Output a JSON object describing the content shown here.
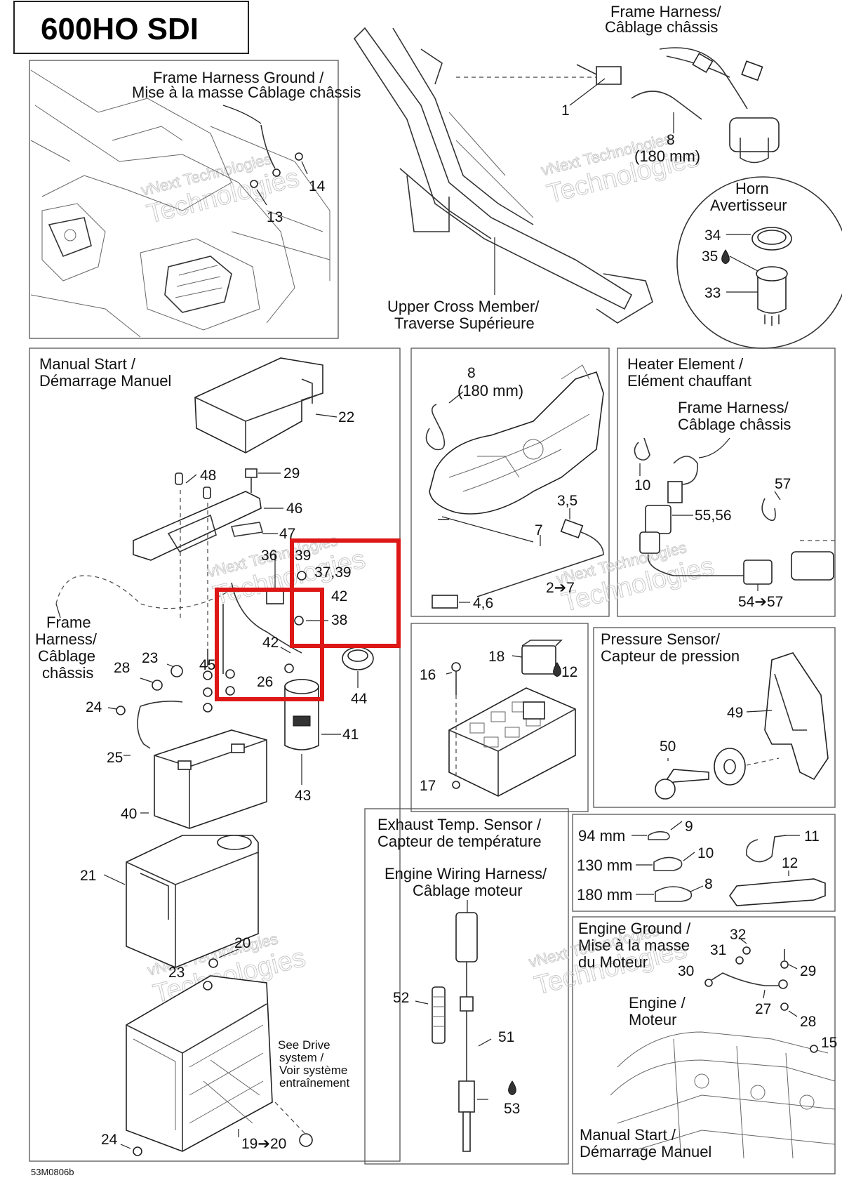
{
  "title": "600HO SDI",
  "diagram_code": "53M0806b",
  "watermark": {
    "line1": "vNext Technologies",
    "line2": "Technologies"
  },
  "panels": {
    "frame_ground": {
      "label1": "Frame Harness Ground /",
      "label2": "Mise à la masse Câblage châssis"
    },
    "frame_top": {
      "harness1": "Frame Harness/",
      "harness2": "Câblage châssis",
      "horn1": "Horn",
      "horn2": "Avertisseur",
      "cross1": "Upper Cross Member/",
      "cross2": "Traverse Supérieure",
      "size": "(180 mm)"
    },
    "manual_start": {
      "label1": "Manual Start /",
      "label2": "Démarrage Manuel",
      "side1": "Frame",
      "side2": "Harness/",
      "side3": "Câblage",
      "side4": "châssis",
      "drive1": "See Drive",
      "drive2": "system /",
      "drive3": "Voir système",
      "drive4": "entraînement"
    },
    "fuel_tank": {
      "size": "(180 mm)"
    },
    "heater": {
      "label1": "Heater Element /",
      "label2": "Elément chauffant",
      "harness1": "Frame Harness/",
      "harness2": "Câblage châssis"
    },
    "pressure": {
      "label1": "Pressure Sensor/",
      "label2": "Capteur de pression"
    },
    "exhaust": {
      "label1": "Exhaust Temp. Sensor /",
      "label2": "Capteur de température",
      "harness1": "Engine Wiring Harness/",
      "harness2": "Câblage moteur"
    },
    "ties": {
      "len94": "94 mm",
      "len130": "130 mm",
      "len180": "180 mm"
    },
    "engine_ground": {
      "label1": "Engine Ground /",
      "label2": "Mise à la masse",
      "label3": "du Moteur",
      "engine1": "Engine /",
      "engine2": "Moteur",
      "ms1": "Manual Start /",
      "ms2": "Démarrage Manuel"
    }
  },
  "callouts": {
    "c1": "1",
    "c8a": "8",
    "c14": "14",
    "c13": "13",
    "c34": "34",
    "c35": "35",
    "c33": "33",
    "c22": "22",
    "c29a": "29",
    "c48": "48",
    "c46": "46",
    "c47": "47",
    "c36": "36",
    "c39": "39",
    "c3739": "37,39",
    "c42a": "42",
    "c38": "38",
    "c42b": "42",
    "c45": "45",
    "c26": "26",
    "c28a": "28",
    "c23a": "23",
    "c24a": "24",
    "c25": "25",
    "c44": "44",
    "c41": "41",
    "c43": "43",
    "c40": "40",
    "c21": "21",
    "c20a": "20",
    "c23b": "23",
    "c24b": "24",
    "c1920": "19➔20",
    "c8b": "8",
    "c35b": "3,5",
    "c7": "7",
    "c27": "2➔7",
    "c46b": "4,6",
    "c18": "18",
    "c12a": "12",
    "c16": "16",
    "c17": "17",
    "c10a": "10",
    "c57a": "57",
    "c5556": "55,56",
    "c5457": "54➔57",
    "c49": "49",
    "c50": "50",
    "c52": "52",
    "c51": "51",
    "c53": "53",
    "c9": "9",
    "c10b": "10",
    "c8c": "8",
    "c11": "11",
    "c12b": "12",
    "c32": "32",
    "c31": "31",
    "c30": "30",
    "c29b": "29",
    "c27b": "27",
    "c28b": "28",
    "c15": "15"
  }
}
